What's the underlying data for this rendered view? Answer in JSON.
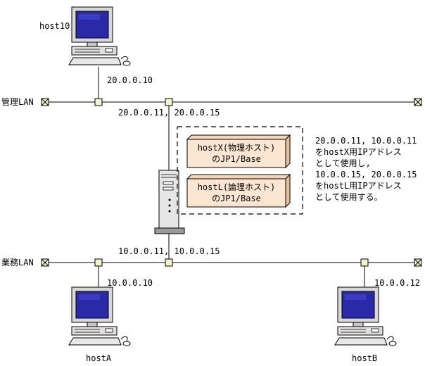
{
  "networks": {
    "management": {
      "label": "管理LAN"
    },
    "business": {
      "label": "業務LAN"
    }
  },
  "hosts": {
    "host10": {
      "name": "host10",
      "ip": "20.0.0.10"
    },
    "hostA": {
      "name": "hostA",
      "ip": "10.0.0.10"
    },
    "hostB": {
      "name": "hostB",
      "ip": "10.0.0.12"
    }
  },
  "server": {
    "mgmt_ips": "20.0.0.11, 20.0.0.15",
    "business_ips": "10.0.0.11, 10.0.0.15",
    "physical": {
      "line1": "hostX(物理ホスト)",
      "line2": "のJP1/Base"
    },
    "logical": {
      "line1": "hostL(論理ホスト)",
      "line2": "のJP1/Base"
    }
  },
  "note": {
    "lines": [
      "20.0.0.11, 10.0.0.11",
      "をhostX用IPアドレス",
      "として使用し,",
      "10.0.0.15, 20.0.0.15",
      "をhostL用IPアドレス",
      "として使用する。"
    ]
  },
  "colors": {
    "screen": "#2a2aa8",
    "box_fill": "#fbe6d2",
    "node_fill": "#f3f3cc",
    "terminator_fill": "#f3f3cc"
  }
}
